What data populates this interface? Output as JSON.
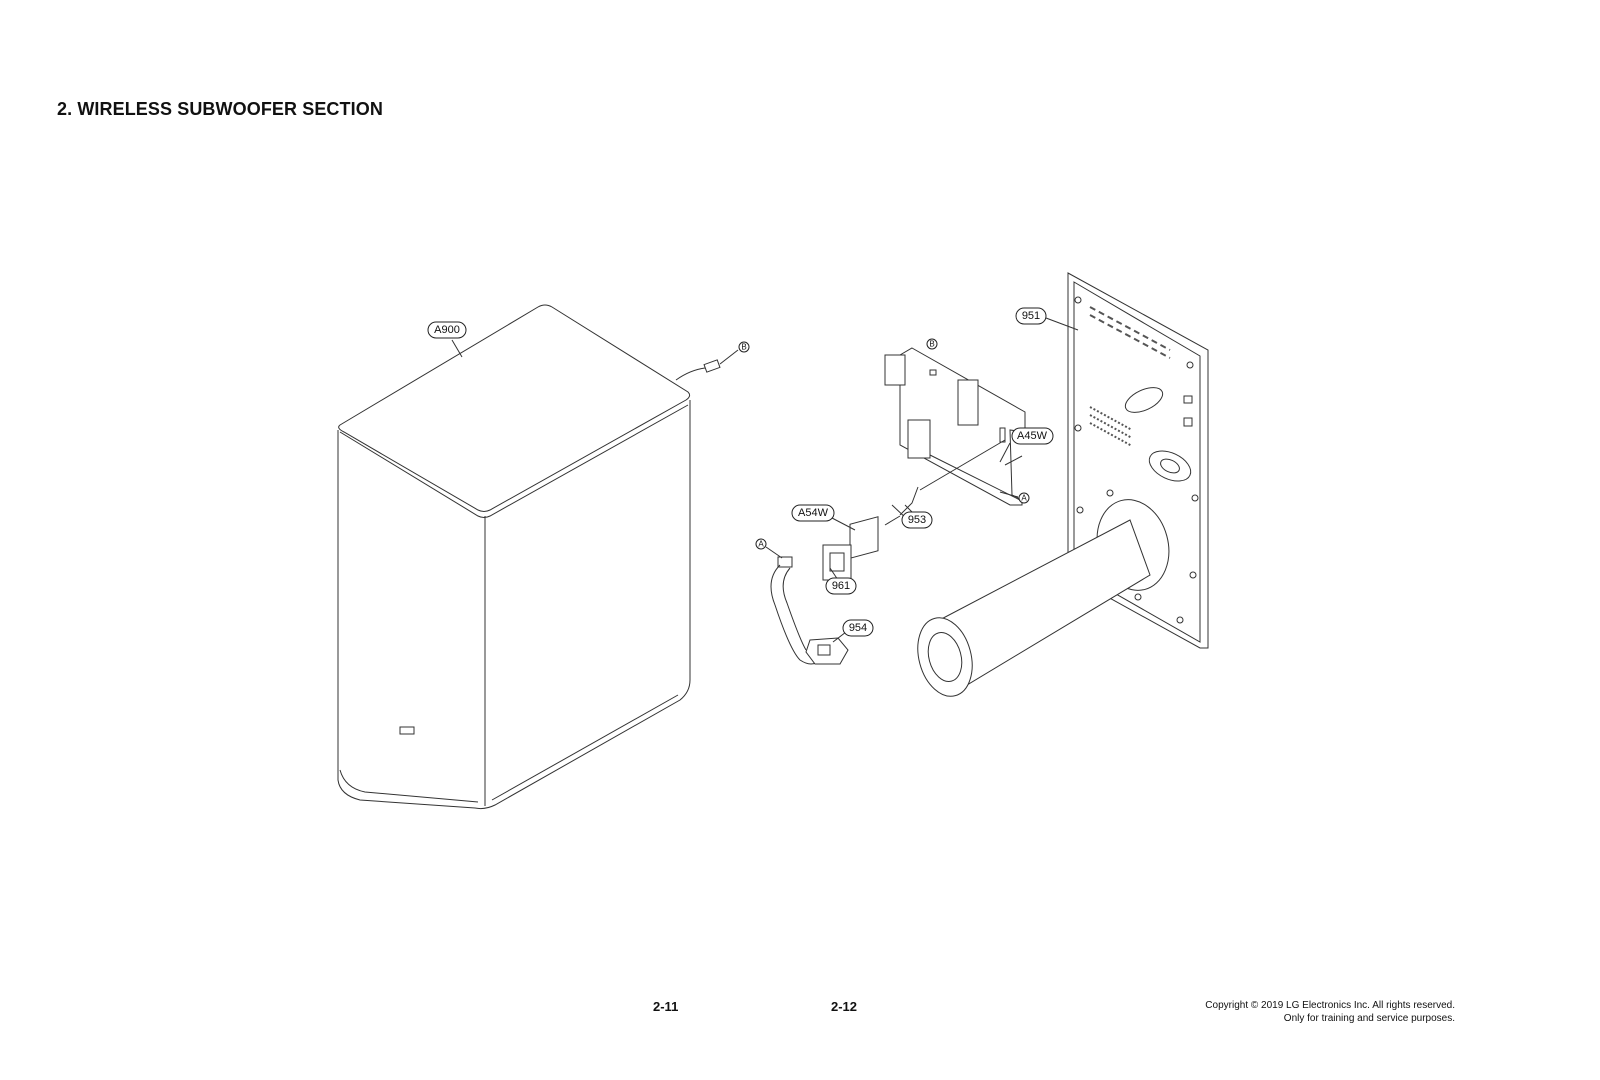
{
  "page": {
    "section_title": "2. WIRELESS SUBWOOFER SECTION",
    "page_left": "2-11",
    "page_right": "2-12",
    "copyright_line1": "Copyright © 2019 LG Electronics Inc. All rights reserved.",
    "copyright_line2": "Only for training and service purposes."
  },
  "diagram": {
    "part_labels": {
      "cabinet": "A900",
      "rear_panel": "951",
      "main_board": "A45W",
      "wireless_module": "A54W",
      "ffc_cable": "953",
      "module_holder": "961",
      "power_inlet": "954"
    },
    "connectors": {
      "cabinet_wire": "B",
      "board_b": "B",
      "board_a": "A",
      "inlet_wire": "A"
    }
  }
}
